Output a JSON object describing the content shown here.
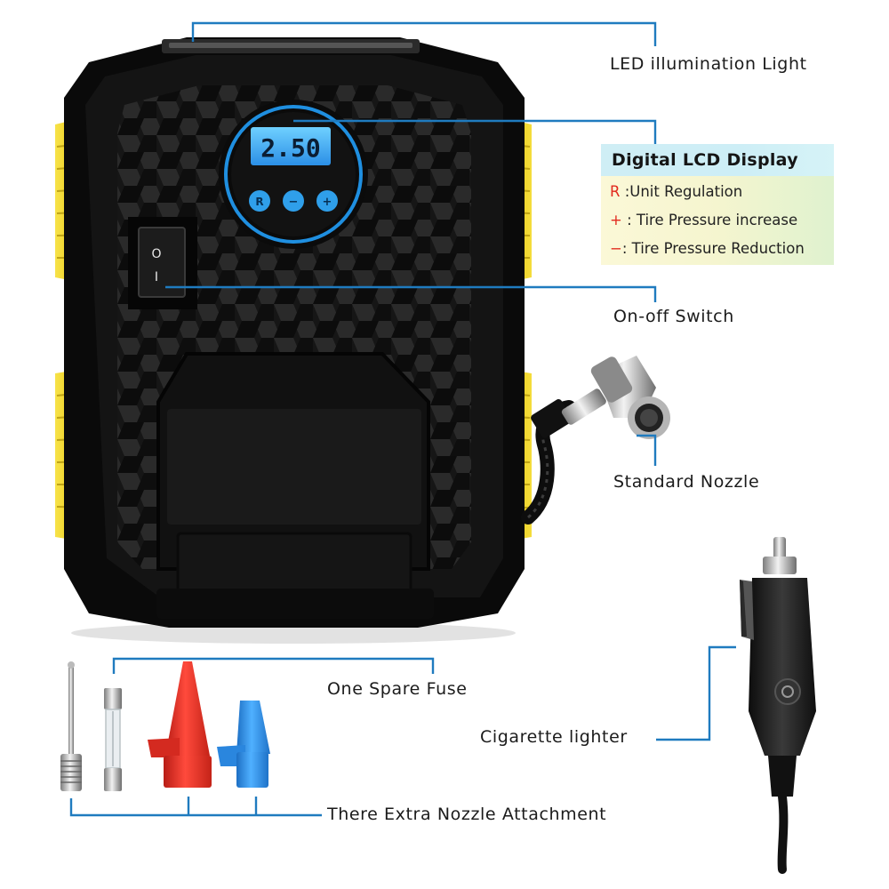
{
  "labels": {
    "led": "LED illumination Light",
    "switch": "On-off Switch",
    "nozzle": "Standard Nozzle",
    "fuse": "One Spare Fuse",
    "cigarette": "Cigarette lighter",
    "extra": "There Extra Nozzle Attachment"
  },
  "lcd_panel": {
    "title": "Digital LCD Display",
    "rows": [
      {
        "key": "R",
        "text": " :Unit Regulation"
      },
      {
        "key": "+",
        "text": " : Tire Pressure increase"
      },
      {
        "key": "−",
        "text": ": Tire Pressure Reduction"
      }
    ]
  },
  "device": {
    "display_value": "2.50",
    "buttons": [
      "R",
      "−",
      "+"
    ],
    "switch_marks": [
      "O",
      "I"
    ]
  },
  "colors": {
    "callout_line": "#1f7bbf",
    "accent_yellow": "#f2d21b",
    "lcd_blue": "#2a8fe0",
    "red_nozzle": "#e8352b",
    "blue_nozzle": "#2f8fe6",
    "key_red": "#e12a1e"
  }
}
